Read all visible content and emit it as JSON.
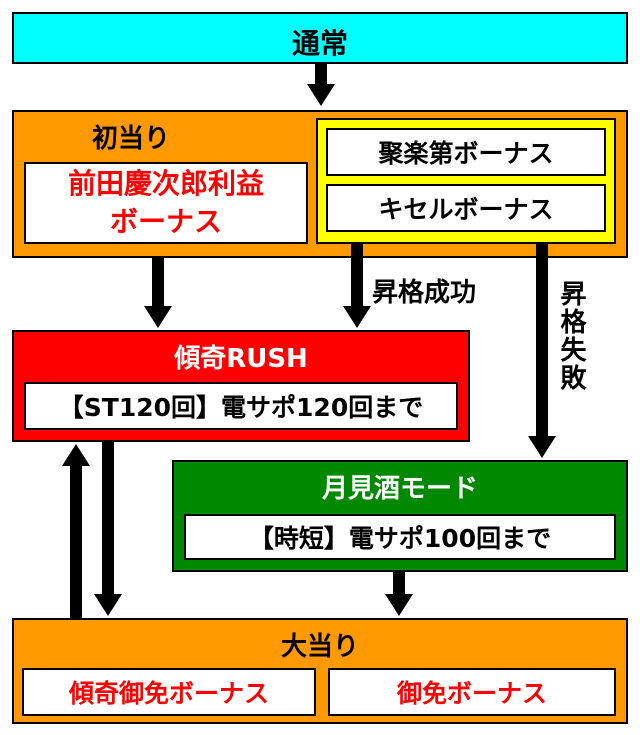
{
  "colors": {
    "normal": "#00ffff",
    "orange": "#ff9900",
    "yellow": "#ffff00",
    "red": "#ff0000",
    "green": "#008800",
    "text_red": "#ff0000",
    "text_dark": "#000000"
  },
  "normal": {
    "label": "通常"
  },
  "first_hit": {
    "label": "初当り",
    "left_bonus": [
      "前田慶次郎利益",
      "ボーナス"
    ],
    "right_bonuses": [
      "聚楽第ボーナス",
      "キセルボーナス"
    ]
  },
  "promotion": {
    "success": "昇格成功",
    "failure": "昇格失敗"
  },
  "rush": {
    "label": "傾奇RUSH",
    "detail": "【ST120回】電サポ120回まで"
  },
  "tsukimi": {
    "label": "月見酒モード",
    "detail": "【時短】電サポ100回まで"
  },
  "big_hit": {
    "label": "大当り",
    "bonuses": [
      "傾奇御免ボーナス",
      "御免ボーナス"
    ]
  }
}
